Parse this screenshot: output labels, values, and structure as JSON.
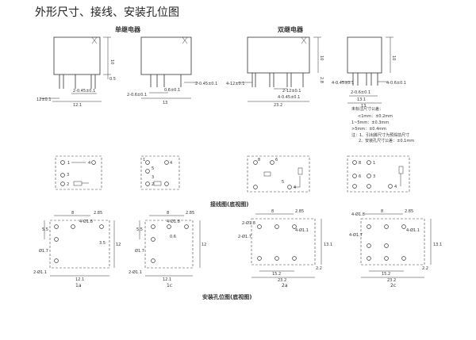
{
  "title": "外形尺寸、接线、安装孔位图",
  "outline": {
    "single_label": "单继电器",
    "double_label": "双继电器",
    "single_front": {
      "dim_height": "10",
      "dim_gap": "0.5",
      "dim_pins": "2-0.45±0.1",
      "dim_width": "12.1",
      "dim_pitch": "12±0.1"
    },
    "single_side": {
      "dim_pin1": "2-0.45±0.1",
      "dim_pin2": "2-0.6±0.1",
      "dim_pitch": "0.6±0.1",
      "dim_width": "13"
    },
    "double_front": {
      "dim_height": "10",
      "dim_gap": "2.8",
      "dim_pins_left": "4-12±0.1",
      "dim_pins_mid": "2-12±0.1",
      "dim_pins_bottom": "4-0.45±0.1",
      "dim_width": "23.2"
    },
    "double_side": {
      "dim_height": "10",
      "dim_pins_left": "4-0.45±0.1",
      "dim_pins_right": "4-0.6±0.1",
      "dim_pitch": "2-0.6±0.1",
      "dim_width_a": "13.1",
      "dim_width_b": "13"
    }
  },
  "tolerance": {
    "heading": "未标注尺寸公差：",
    "lines": [
      "<1mm：±0.2mm",
      "1~5mm：±0.3mm",
      ">5mm：±0.4mm"
    ],
    "note1": "注：1、引出脚尺寸为预焊前尺寸",
    "note2": "2、安装孔尺寸公差：±0.1mm"
  },
  "wiring_caption": "接线图(底视图)",
  "wiring_pin_labels": {
    "p1": "1",
    "p2": "2",
    "p3": "3",
    "p4": "4",
    "p5": "5",
    "p6": "6",
    "p8": "8"
  },
  "mounting_caption": "安装孔位图(底视图)",
  "mounting": [
    {
      "label": "1a",
      "d1": "8",
      "d2": "2.85",
      "d3": "4-Ø1.8",
      "d4": "5.5",
      "d5": "Ø1.7",
      "d6": "12",
      "d7": "2-Ø1.1",
      "d8": "12.1",
      "d9": "3.5"
    },
    {
      "label": "1c",
      "d1": "8",
      "d2": "2.85",
      "d3": "4-Ø1.8",
      "d4": "5.5",
      "d5": "Ø1.7",
      "d6": "12",
      "d7": "2-Ø1.1",
      "d8": "12.1",
      "d9": "0.6"
    },
    {
      "label": "2a",
      "d1": "8",
      "d2": "2.85",
      "d3": "2-Ø1.8",
      "d4": "4-Ø1.1",
      "d5": "2-Ø1.7",
      "d6": "13.1",
      "d7": "2.2",
      "d8": "15.2",
      "d9": "23.2"
    },
    {
      "label": "2c",
      "d1": "8",
      "d2": "2.85",
      "d3": "4-Ø1.8",
      "d4": "4-Ø1.1",
      "d5": "4-Ø1.7",
      "d6": "13.1",
      "d7": "2.2",
      "d8": "15.2",
      "d9": "23.2"
    }
  ]
}
